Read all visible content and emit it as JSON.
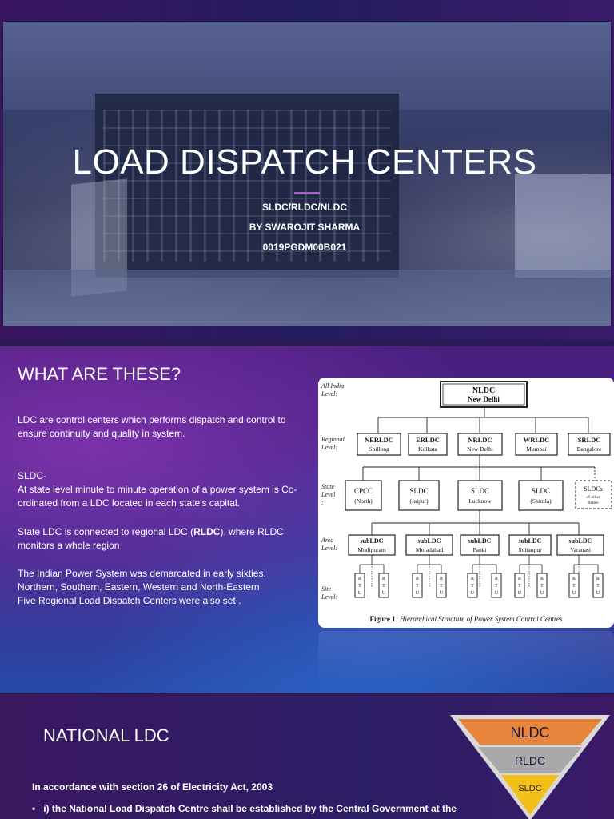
{
  "slide1": {
    "title": "LOAD DISPATCH CENTERS",
    "subtitle_line1": "SLDC/RLDC/NLDC",
    "subtitle_line2": "BY SWAROJIT SHARMA",
    "subtitle_line3": "0019PGDM00B021"
  },
  "slide2": {
    "title": "WHAT ARE THESE?",
    "para1": "LDC are control centers which performs dispatch and control to ensure continuity and quality in system.",
    "para2_head": "SLDC-",
    "para2_body": "At state level minute to minute operation of a power system is Co-ordinated from a LDC located in each state’s capital.",
    "para3_a": "State LDC is connected to regional LDC (",
    "para3_bold": "RLDC",
    "para3_b": "), where RLDC monitors a whole region",
    "para4_l1": "The Indian Power System was demarcated in early sixties.",
    "para4_l2": "Northern, Southern, Eastern, Western and North-Eastern",
    "para4_l3": "Five Regional Load Dispatch Centers were also set .",
    "figure": {
      "level_all_india_1": "All India",
      "level_all_india_2": "Level:",
      "level_regional_1": "Regional",
      "level_regional_2": "Level:",
      "level_state_1": "State",
      "level_state_2": "Level",
      "level_state_3": ":",
      "level_area_1": "Area",
      "level_area_2": "Level:",
      "level_site_1": "Site",
      "level_site_2": "Level:",
      "nldc": {
        "name": "NLDC",
        "place": "New Delhi"
      },
      "regional": [
        {
          "name": "NERLDC",
          "place": "Shillong"
        },
        {
          "name": "ERLDC",
          "place": "Kolkata"
        },
        {
          "name": "NRLDC",
          "place": "New Delhi"
        },
        {
          "name": "WRLDC",
          "place": "Mumbai"
        },
        {
          "name": "SRLDC",
          "place": "Bangalore"
        }
      ],
      "state": [
        {
          "name": "CPCC",
          "place": "(North)"
        },
        {
          "name": "SLDC",
          "place": "(Jaipur)"
        },
        {
          "name": "SLDC",
          "place": "Lucknow"
        },
        {
          "name": "SLDC",
          "place": "(Shimla)"
        }
      ],
      "state_other": {
        "name": "SLDCs",
        "l1": "of other",
        "l2": "States"
      },
      "area": [
        {
          "name": "subLDC",
          "place": "Modipuram"
        },
        {
          "name": "subLDC",
          "place": "Moradabad"
        },
        {
          "name": "subLDC",
          "place": "Panki"
        },
        {
          "name": "subLDC",
          "place": "Sultanpur"
        },
        {
          "name": "subLDC",
          "place": "Varanasi"
        }
      ],
      "rtu_letters": [
        "R",
        "T",
        "U"
      ],
      "caption_label": "Figure 1",
      "caption_text": ": Hierarchical Structure of Power System Control Centres"
    }
  },
  "slide3": {
    "title": "NATIONAL LDC",
    "para": "In accordance with section 26 of Electricity Act, 2003",
    "bullet": "i) the National Load Dispatch Centre shall be established by the Central Government at the",
    "pyramid": [
      {
        "label": "NLDC",
        "color": "#e8853c"
      },
      {
        "label": "RLDC",
        "color": "#a9a9a9"
      },
      {
        "label": "SLDC",
        "color": "#f2c018"
      }
    ]
  }
}
